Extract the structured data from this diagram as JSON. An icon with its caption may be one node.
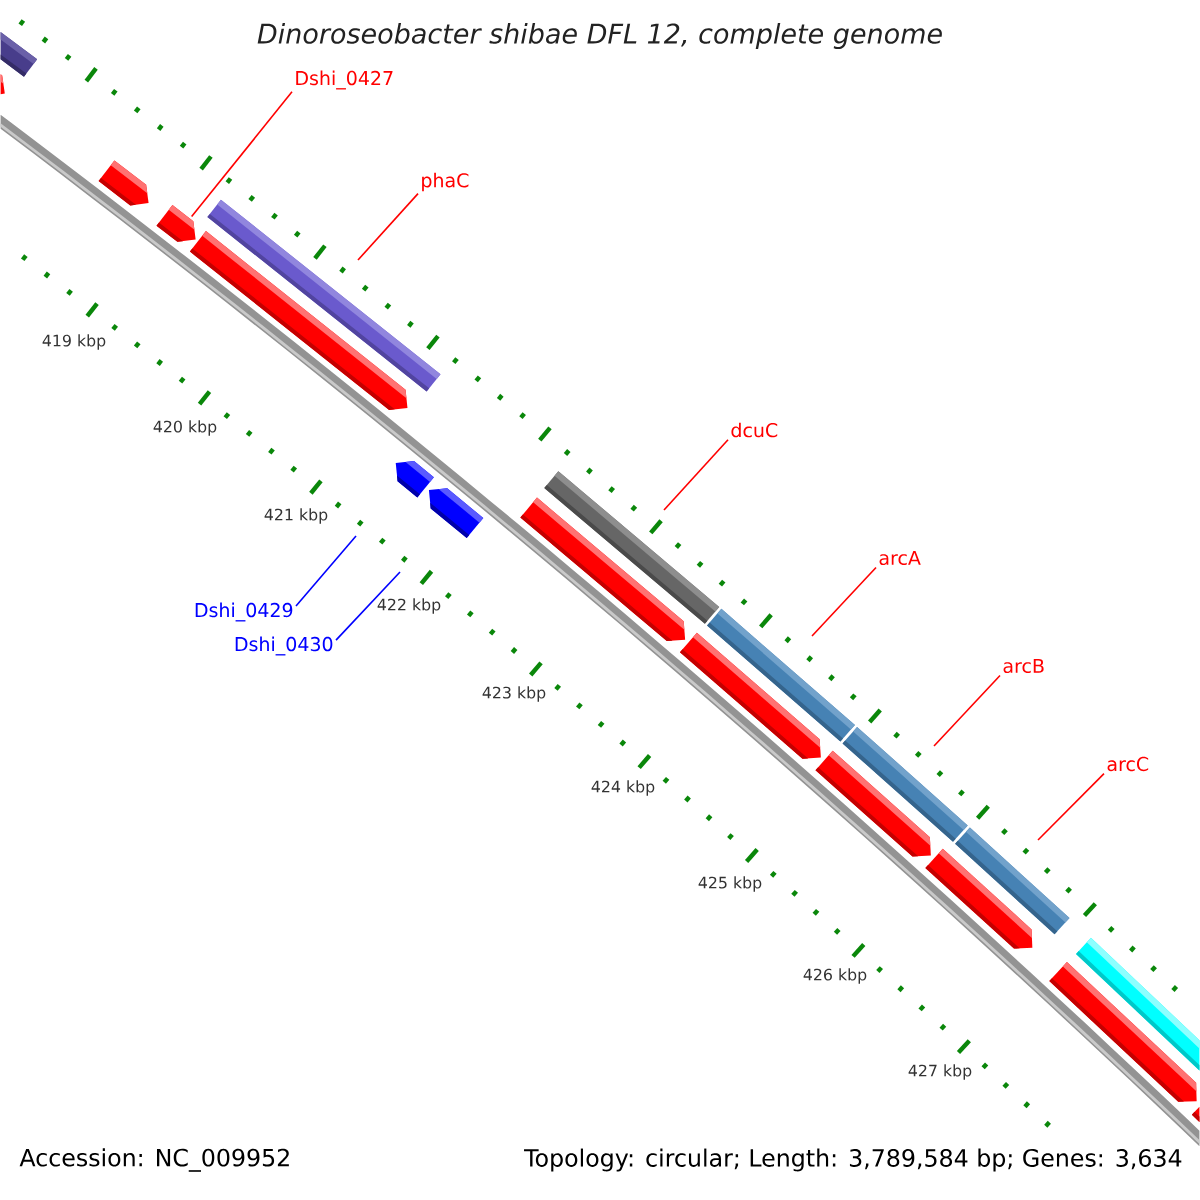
{
  "diagram": {
    "title": "Dinoroseobacter shibae DFL 12, complete genome",
    "nodes": [
      {
        "text": [
          "Dshi_0427"
        ]
      },
      {
        "text": [
          "phaC"
        ]
      },
      {
        "text": [
          "dcuC"
        ]
      },
      {
        "text": [
          "arcA"
        ]
      },
      {
        "text": [
          "Dshi_0429"
        ]
      },
      {
        "text": [
          "Dshi_0430"
        ]
      },
      {
        "text": [
          "arcB"
        ]
      },
      {
        "text": [
          "arcC"
        ]
      },
      {
        "text": [],
        "shape": "arrow"
      },
      {
        "text": [],
        "shape": "arrow"
      },
      {
        "text": [],
        "shape": "arrow"
      },
      {
        "text": [],
        "shape": "arrow"
      },
      {
        "text": [],
        "shape": "arrow"
      },
      {
        "text": [],
        "shape": "arrow"
      },
      {
        "text": [],
        "shape": "arrow"
      },
      {
        "text": [],
        "shape": "arrow"
      },
      {
        "text": [],
        "shape": "arrow"
      },
      {
        "text": [],
        "shape": "arrow"
      },
      {
        "text": [],
        "shape": "arrow"
      },
      {
        "text": [],
        "shape": "arrow"
      }
    ],
    "edges": [
      {
        "from": 0,
        "to": 10,
        "arrow": "none"
      },
      {
        "from": 1,
        "to": 11,
        "arrow": "none"
      },
      {
        "from": 2,
        "to": 14,
        "arrow": "none"
      },
      {
        "from": 3,
        "to": 15,
        "arrow": "none"
      },
      {
        "from": 4,
        "to": 12,
        "arrow": "none",
        "color": "#0000ff"
      },
      {
        "from": 5,
        "to": 13,
        "arrow": "none",
        "color": "#0000ff"
      },
      {
        "from": 6,
        "to": 16,
        "arrow": "none"
      },
      {
        "from": 7,
        "to": 17,
        "arrow": "none"
      }
    ],
    "labels": [
      "419 kbp",
      "420 kbp",
      "421 kbp",
      "422 kbp",
      "423 kbp",
      "424 kbp",
      "425 kbp",
      "426 kbp",
      "427 kbp",
      "Accession: NC_009952",
      "Topology: circular; Length: 3,789,584 bp; Genes: 3,634"
    ]
  }
}
